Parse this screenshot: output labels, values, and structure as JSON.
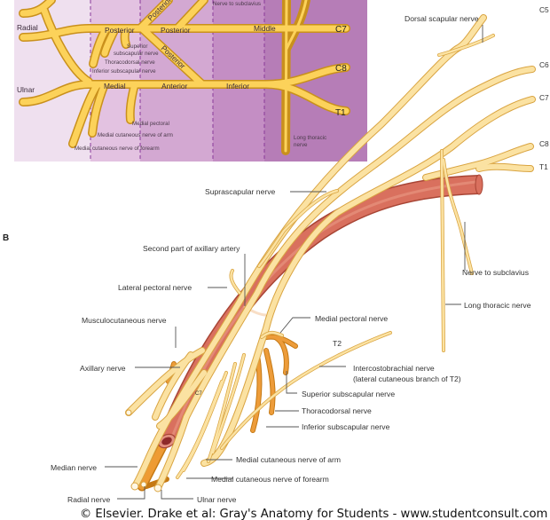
{
  "panel_a": {
    "branches": {
      "radial": "Radial",
      "ulnar": "Ulnar",
      "posterior_cord": "Posterior",
      "posterior_div1": "Posterior",
      "posterior_div_upper": "Posterior",
      "posterior_div_lower": "Posterior",
      "medial_cord": "Medial",
      "anterior_div": "Anterior",
      "middle_trunk": "Middle",
      "inferior_trunk": "Inferior"
    },
    "roots": [
      "C7",
      "C8",
      "T1"
    ],
    "nerve_labels": {
      "nerve_to_subclavius": "Nerve to subclavius",
      "superior_subscapular_1": "Superior",
      "superior_subscapular_2": "subscapular nerve",
      "thoracodorsal": "Thoracodorsal nerve",
      "inferior_subscapular": "Inferior subscapular nerve",
      "medial_pectoral": "Medial pectoral",
      "medial_cut_arm": "Medial cutaneous nerve of arm",
      "medial_cut_forearm": "Medial cutaneous nerve of forearm",
      "long_thoracic_1": "Long thoracic",
      "long_thoracic_2": "nerve"
    },
    "colors": {
      "zone1": "#efe0ef",
      "zone2": "#e3c2e1",
      "zone3": "#d3a8d2",
      "zone4": "#c48ec4",
      "zone5": "#b67db7",
      "nerve": "#fcd25a"
    }
  },
  "panel_b": {
    "panel_letter": "B",
    "roots": [
      "C5",
      "C6",
      "C7",
      "C8",
      "T1"
    ],
    "inner_root": "C7",
    "t2_label": "T2",
    "labels": {
      "dorsal_scapular": "Dorsal scapular nerve",
      "suprascapular": "Suprascapular nerve",
      "second_part_axillary": "Second part of axillary artery",
      "lateral_pectoral": "Lateral pectoral nerve",
      "musculocutaneous": "Musculocutaneous nerve",
      "axillary": "Axillary nerve",
      "median": "Median nerve",
      "radial": "Radial nerve",
      "ulnar": "Ulnar nerve",
      "medial_cut_forearm": "Medial cutaneous nerve of forearm",
      "medial_cut_arm": "Medial cutaneous nerve of arm",
      "inferior_subscapular": "Inferior subscapular nerve",
      "thoracodorsal": "Thoracodorsal nerve",
      "superior_subscapular": "Superior subscapular nerve",
      "intercostobrachial_1": "Intercostobrachial nerve",
      "intercostobrachial_2": "(lateral cutaneous branch of T2)",
      "medial_pectoral": "Medial pectoral nerve",
      "long_thoracic": "Long thoracic nerve",
      "nerve_to_subclavius": "Nerve to subclavius"
    },
    "colors": {
      "nerve": "#fbe2a2",
      "artery": "#d9705e",
      "posterior_nerve": "#ed9c3a"
    }
  },
  "footer": {
    "copyright": "© Elsevier. Drake et al: Gray's Anatomy for Students - www.studentconsult.com"
  }
}
